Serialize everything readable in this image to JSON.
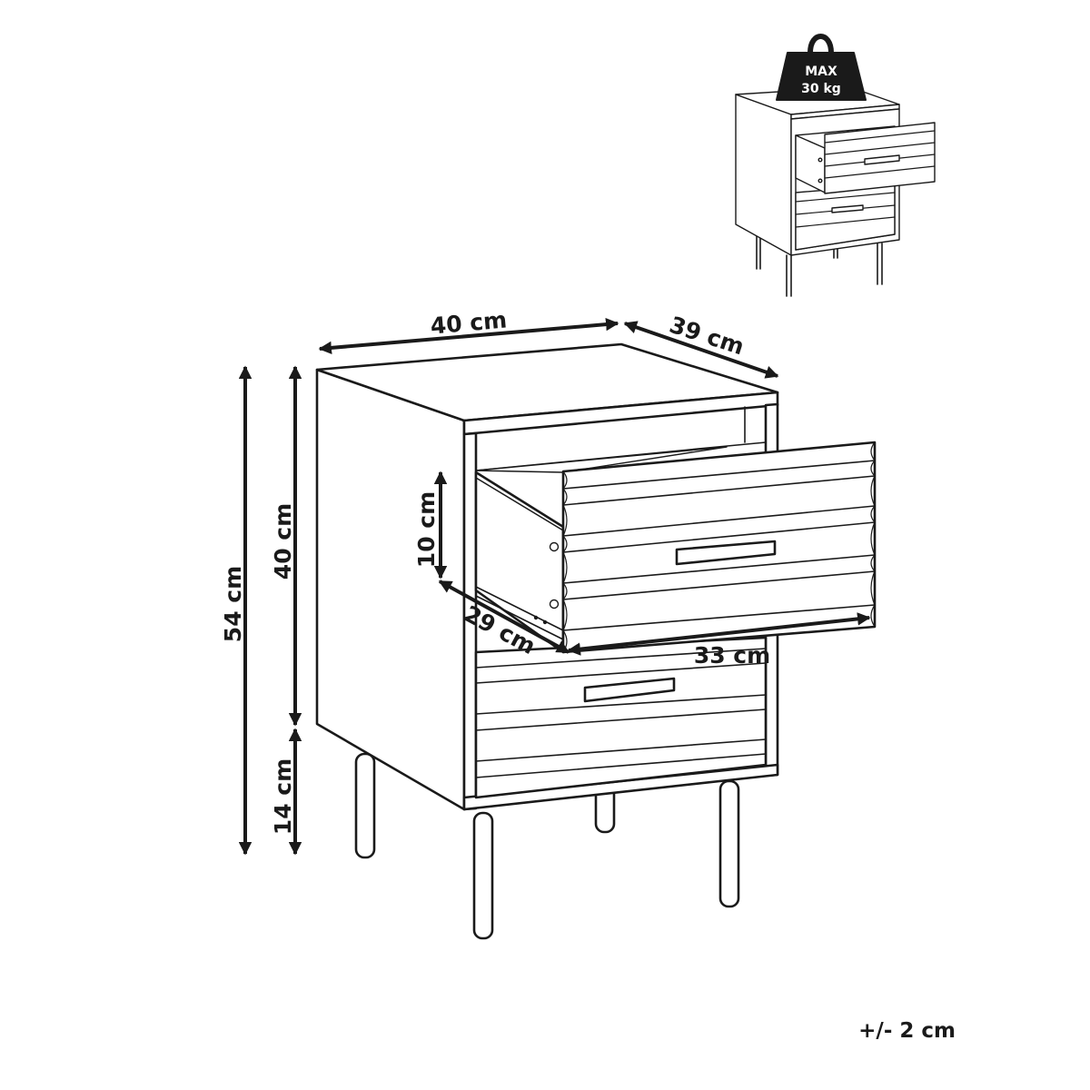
{
  "diagram": {
    "dimensions": {
      "width": "40 cm",
      "depth": "39 cm",
      "total_height": "54 cm",
      "body_height": "40 cm",
      "leg_height": "14 cm",
      "drawer_height": "10 cm",
      "drawer_depth": "29 cm",
      "drawer_width": "33 cm"
    },
    "weight_limit": {
      "line1": "MAX",
      "line2": "30 kg"
    },
    "tolerance": "+/- 2 cm"
  }
}
